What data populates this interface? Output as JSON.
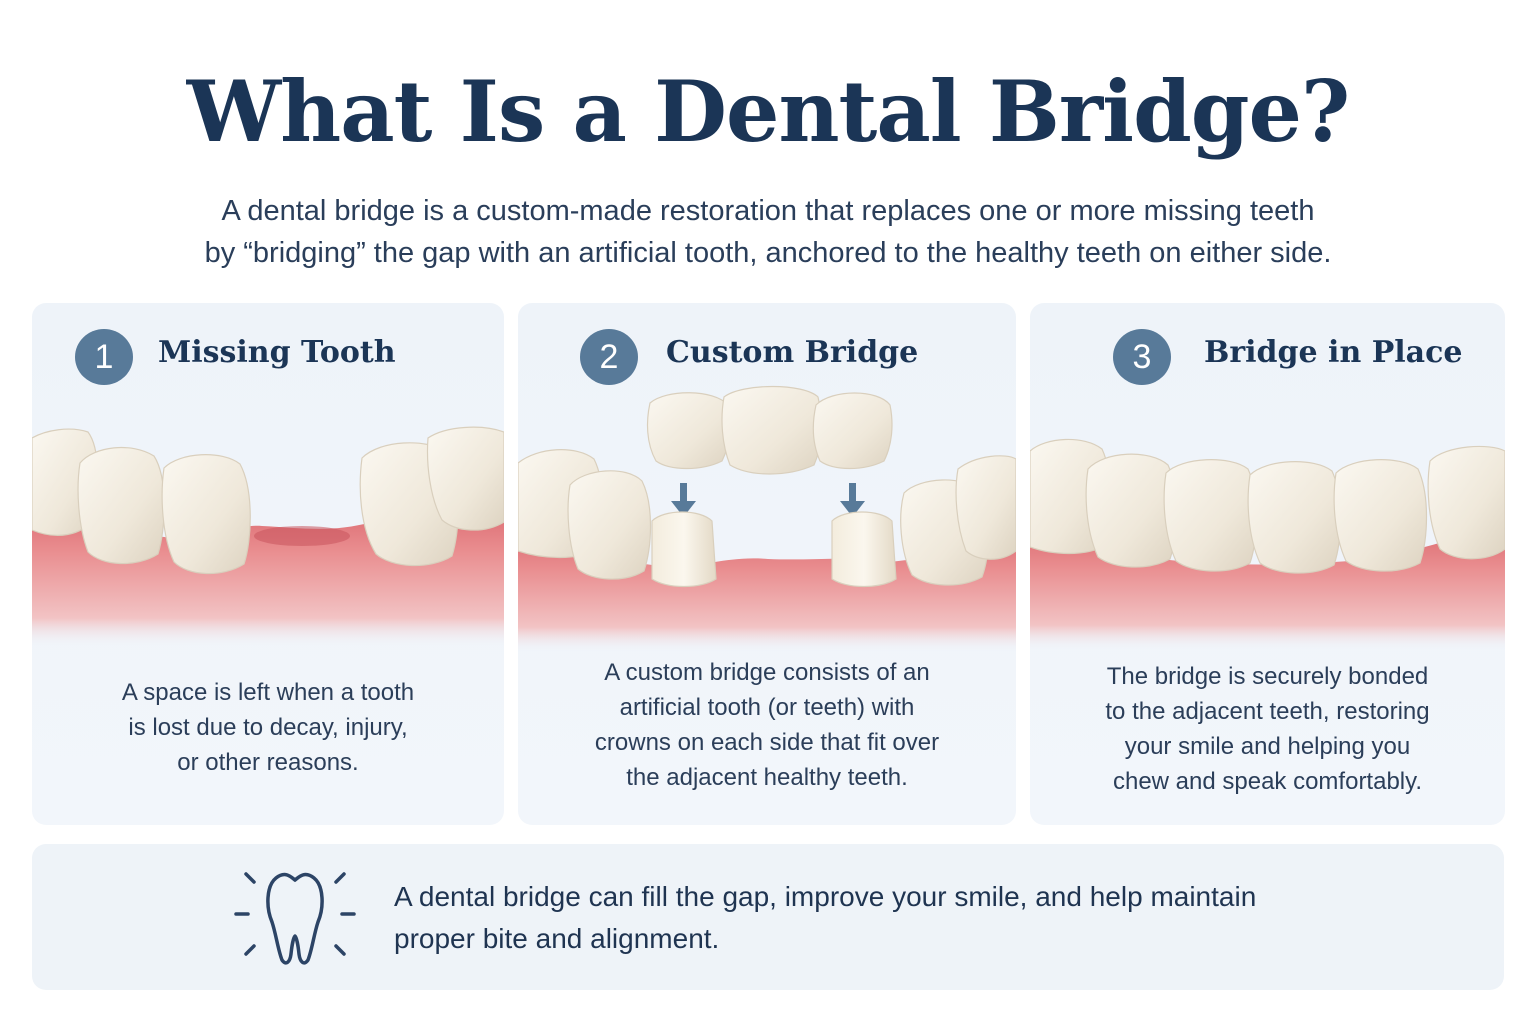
{
  "header": {
    "title": "What Is a Dental Bridge?",
    "intro_line1": "A dental bridge is a custom-made restoration that replaces one or more missing teeth",
    "intro_line2": "by “bridging” the gap with an artificial tooth, anchored to the healthy teeth on either side."
  },
  "steps": [
    {
      "number": "1",
      "title": "Missing Tooth",
      "lines": [
        "A space is left when a tooth",
        "is lost due to decay, injury,",
        "or other reasons."
      ]
    },
    {
      "number": "2",
      "title": "Custom Bridge",
      "lines": [
        "A custom bridge consists of an",
        "artificial tooth (or teeth) with",
        "crowns on each side that fit over",
        "the adjacent healthy teeth."
      ]
    },
    {
      "number": "3",
      "title": "Bridge in Place",
      "lines": [
        "The bridge is securely bonded",
        "to the adjacent teeth, restoring",
        "your smile and helping you",
        "chew and speak comfortably."
      ]
    }
  ],
  "footer": {
    "icon": "tooth-icon",
    "line1": "A dental bridge can fill the gap, improve your smile, and help maintain",
    "line2": "proper bite and alignment."
  },
  "colors": {
    "title": "#1b3556",
    "badge": "#587a99",
    "arrow": "#587a99",
    "gum": "#e58a8c",
    "tooth": "#f6f1e6",
    "card_bg": "#eef3f9"
  }
}
